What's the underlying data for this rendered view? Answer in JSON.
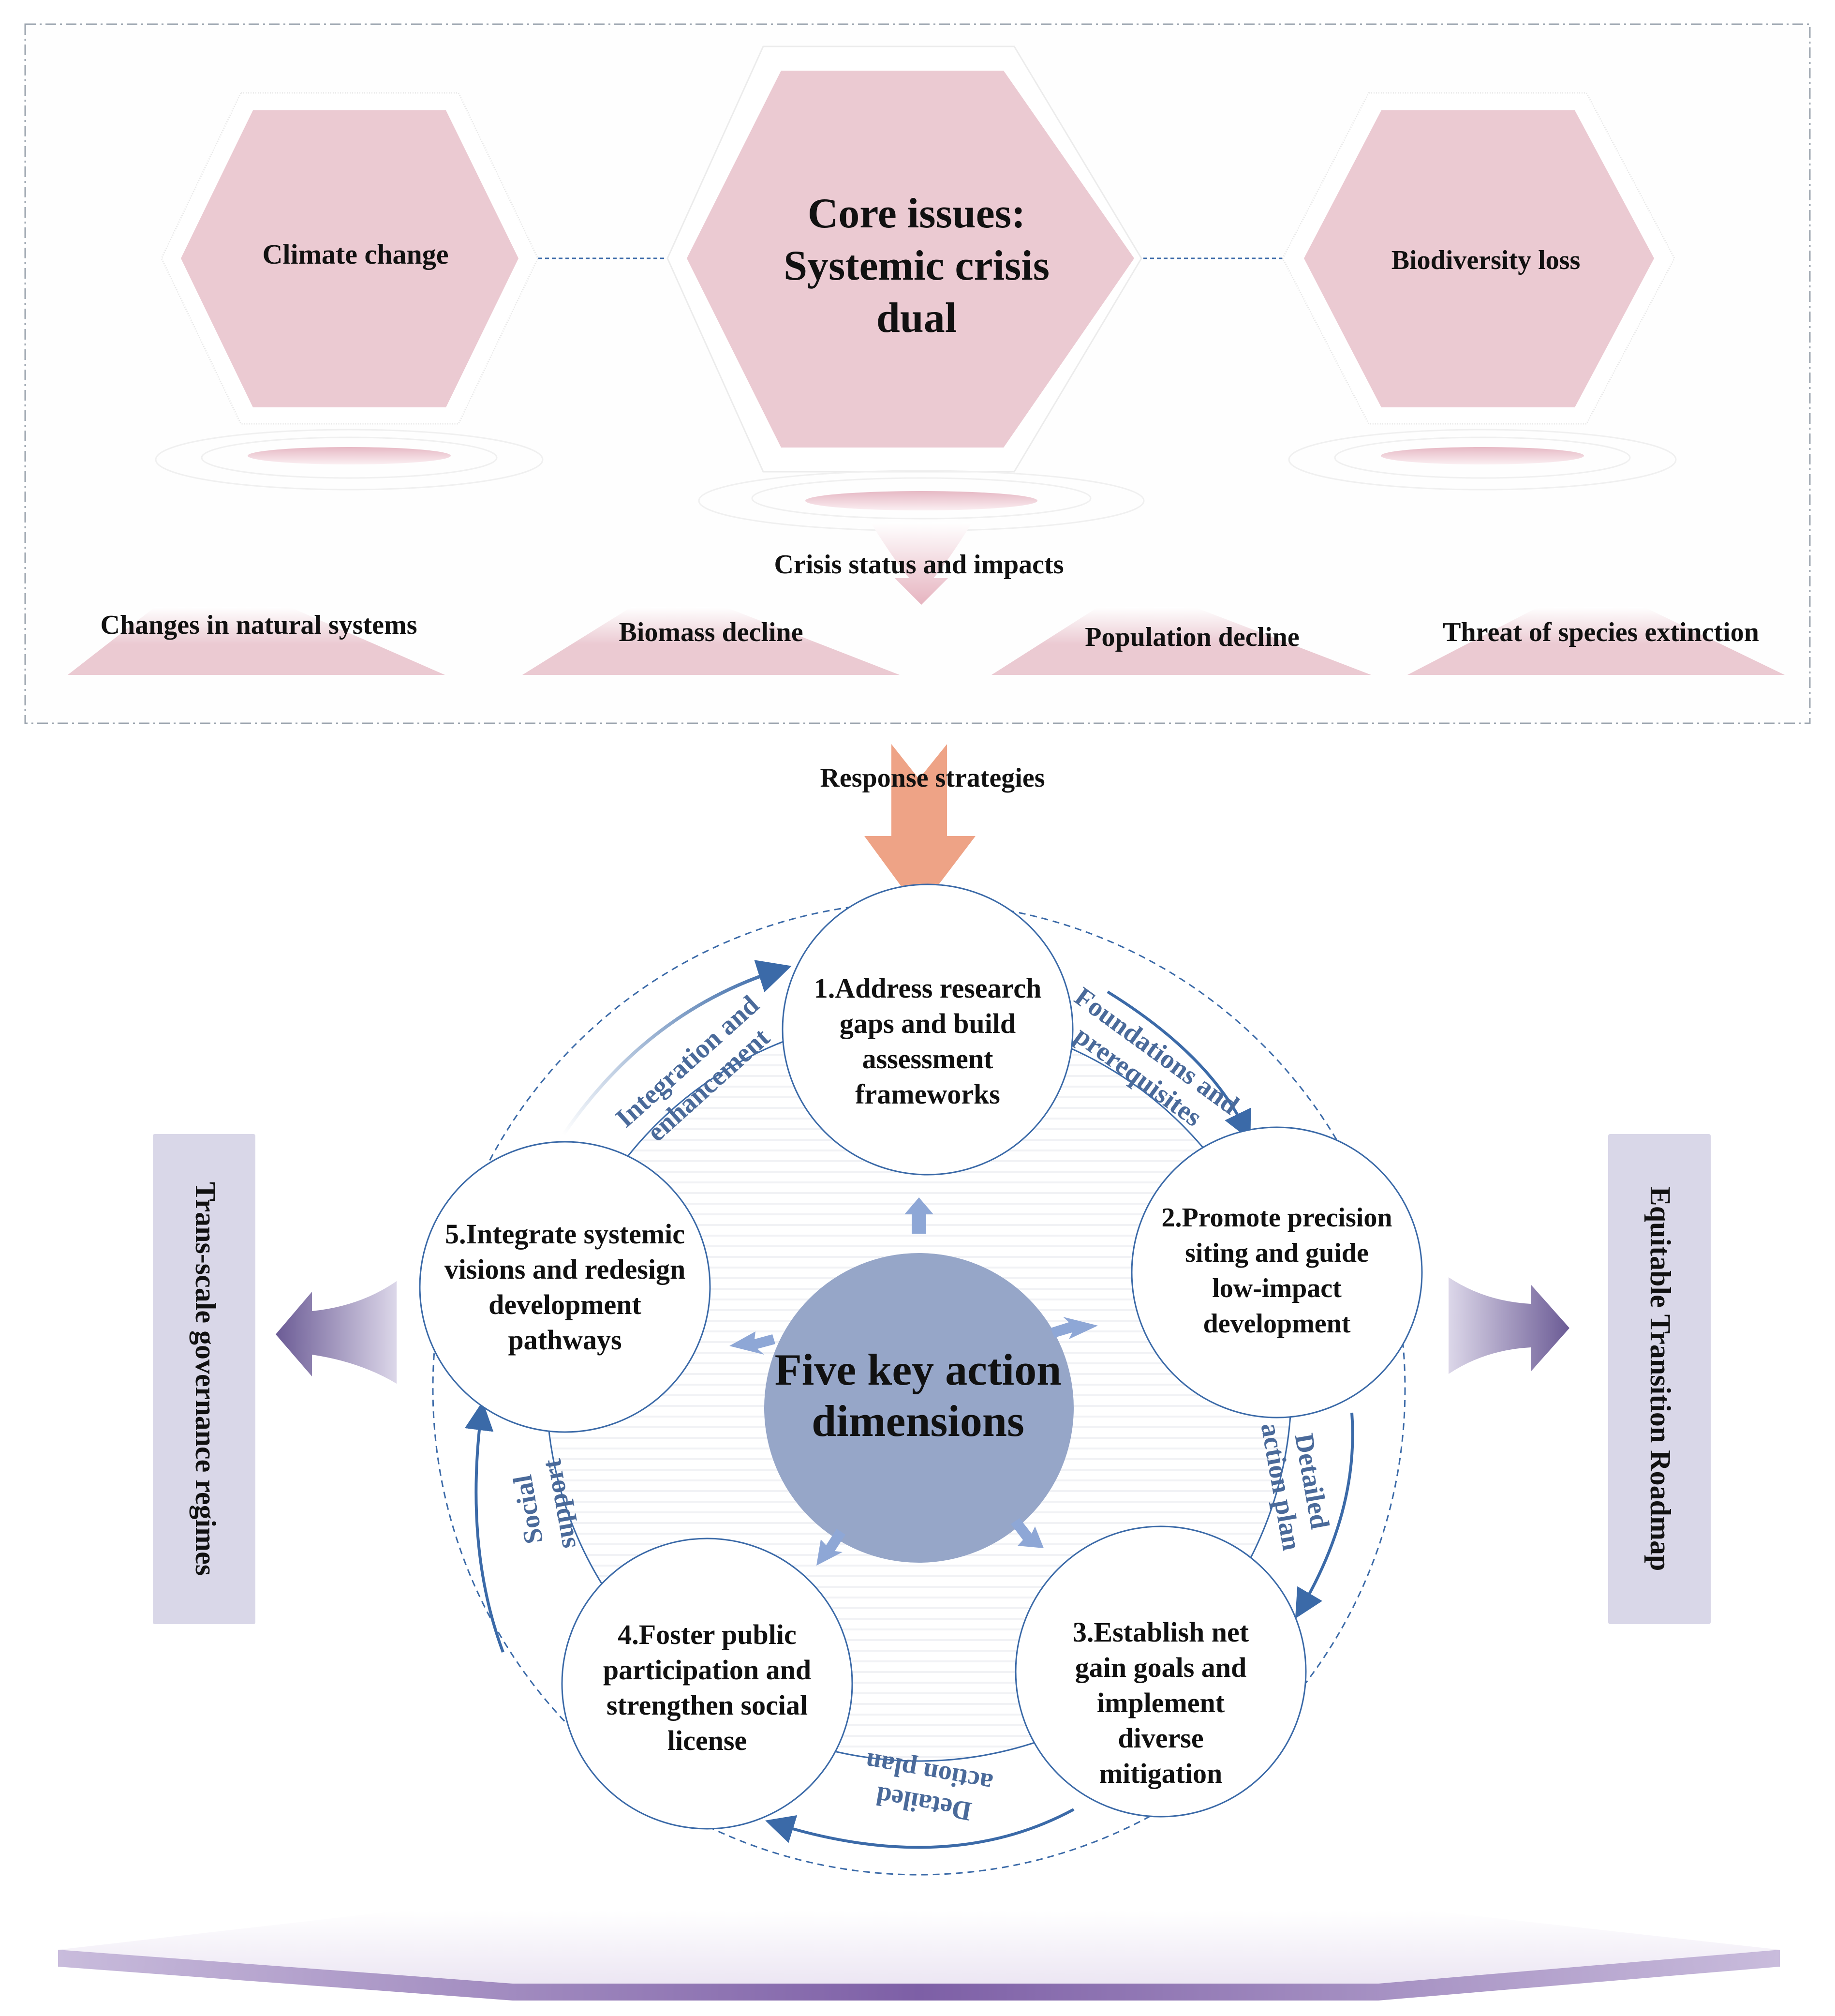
{
  "colors": {
    "hex_fill": "#ebcad2",
    "hex_outline": "#f2f2f2",
    "connector": "#3b6aa8",
    "response_arrow": "#eea386",
    "circle_stroke": "#3b6aa8",
    "center_fill": "#96a6c8",
    "small_arrow": "#8ea7d6",
    "arc_text": "#4a6a9a",
    "side_box": "#d9d7e8",
    "side_arrow_dark": "#6b5b95",
    "side_arrow_light": "#d9d4e6",
    "base_dark": "#7d5fa6",
    "base_light": "#c9bcdc"
  },
  "top_panel": {
    "hexagons": [
      {
        "id": "climate",
        "label": "Climate change"
      },
      {
        "id": "core",
        "lines": [
          "Core issues:",
          "Systemic crisis",
          "dual"
        ]
      },
      {
        "id": "biodiversity",
        "label": "Biodiversity loss"
      }
    ],
    "crisis_label": "Crisis status and impacts",
    "impacts": [
      "Changes in natural systems",
      "Biomass decline",
      "Population decline",
      "Threat of species extinction"
    ]
  },
  "response_label": "Response strategies",
  "center": {
    "lines": [
      "Five key action",
      "dimensions"
    ]
  },
  "actions": [
    {
      "lines": [
        "1.Address research",
        "gaps and build",
        "assessment",
        "frameworks"
      ]
    },
    {
      "lines": [
        "2.Promote precision",
        "siting and guide",
        "low-impact",
        "development"
      ]
    },
    {
      "lines": [
        "3.Establish net",
        "gain goals and",
        "implement",
        "diverse",
        "mitigation"
      ]
    },
    {
      "lines": [
        "4.Foster public",
        "participation and",
        "strengthen social",
        "license"
      ]
    },
    {
      "lines": [
        "5.Integrate systemic",
        "visions and redesign",
        "development",
        "pathways"
      ]
    }
  ],
  "links": {
    "l1_2": [
      "Foundations and",
      "prerequisites"
    ],
    "l2_3": [
      "Detailed",
      "action plan"
    ],
    "l3_4": [
      "Detailed",
      "action plan"
    ],
    "l4_5": [
      "Social",
      "support"
    ],
    "l5_1": [
      "Integration and",
      "enhancement"
    ]
  },
  "side": {
    "left": "Trans-scale governance regimes",
    "right": "Equitable Transition Roadmap"
  }
}
